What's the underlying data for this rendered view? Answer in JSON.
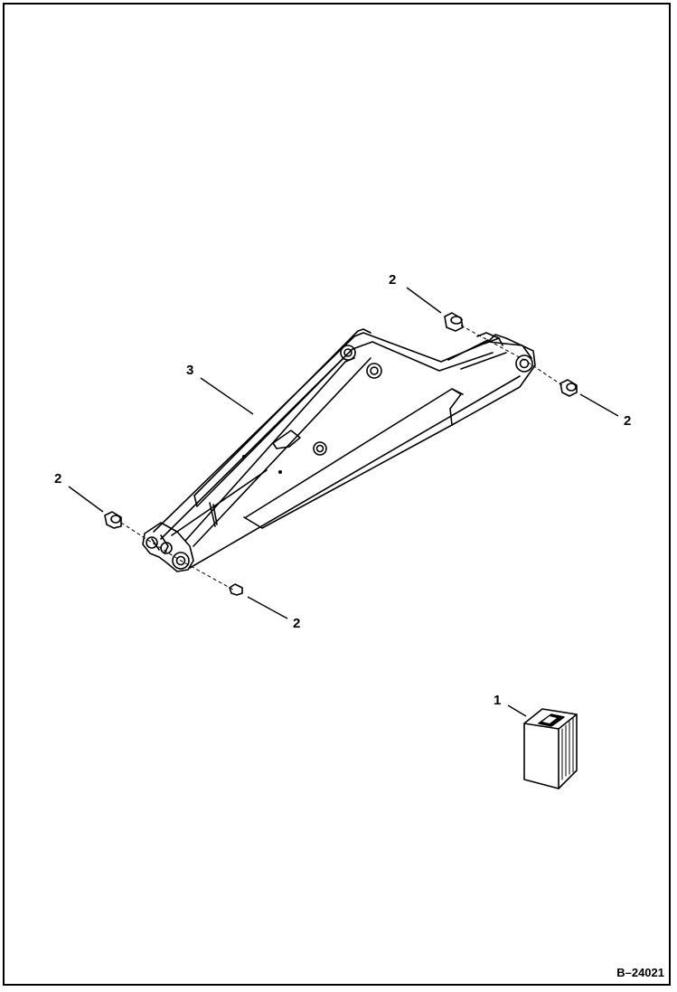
{
  "figure_id": "B–24021",
  "callouts": {
    "bushing_top": "2",
    "bushing_right": "2",
    "bushing_left": "2",
    "bushing_bottom": "2",
    "arm": "3",
    "decal_kit": "1"
  }
}
